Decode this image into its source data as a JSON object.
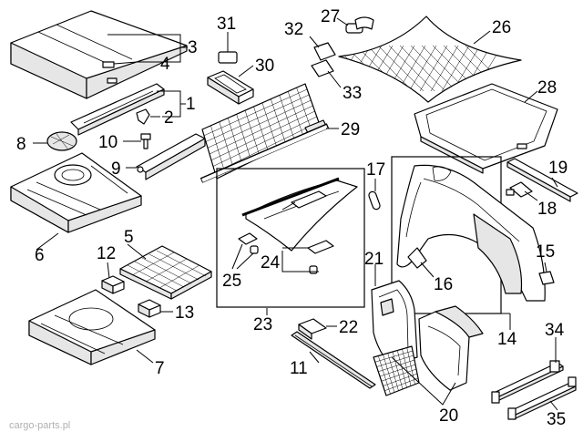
{
  "callouts": {
    "c1": "1",
    "c2": "2",
    "c3": "3",
    "c4": "4",
    "c5": "5",
    "c6": "6",
    "c7": "7",
    "c8": "8",
    "c9": "9",
    "c10": "10",
    "c11": "11",
    "c12": "12",
    "c13": "13",
    "c14": "14",
    "c15": "15",
    "c16": "16",
    "c17": "17",
    "c18": "18",
    "c19": "19",
    "c20": "20",
    "c21": "21",
    "c22": "22",
    "c23": "23",
    "c24": "24",
    "c25": "25",
    "c26": "26",
    "c27": "27",
    "c28": "28",
    "c29": "29",
    "c30": "30",
    "c31": "31",
    "c32": "32",
    "c33": "33",
    "c34": "34",
    "c35": "35"
  },
  "watermark": "cargo-parts.pl"
}
